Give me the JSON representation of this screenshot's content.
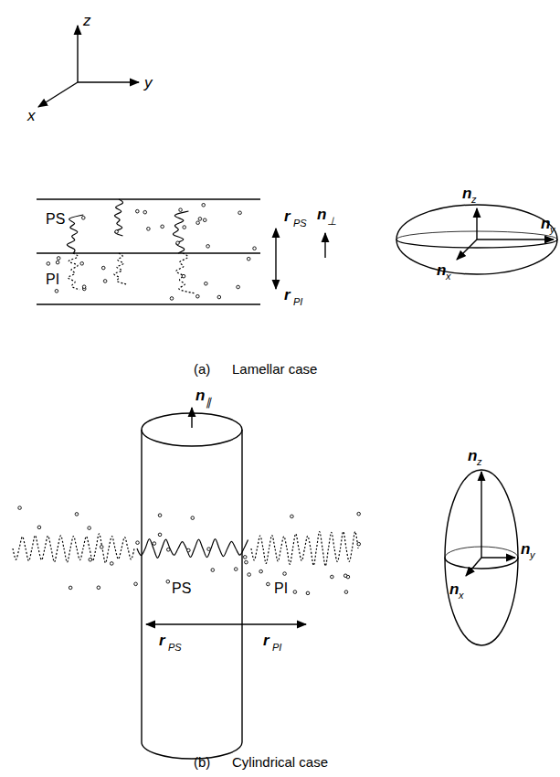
{
  "diagram": {
    "labels": [
      "z",
      "y",
      "x",
      "PS",
      "PI",
      "r",
      "PS",
      "r",
      "PI",
      "n",
      "⊥",
      "n",
      "z",
      "n",
      "y",
      "n",
      "x",
      "(a)",
      "Lamellar case",
      "n",
      "∥",
      "PS",
      "PI",
      "r",
      "PS",
      "r",
      "PI",
      "n",
      "z",
      "n",
      "y",
      "n",
      "x",
      "(b)",
      "Cylindrical case"
    ]
  }
}
